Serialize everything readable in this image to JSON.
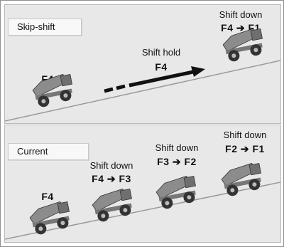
{
  "top_panel": {
    "tag": "Skip-shift",
    "left_truck_gear": "F4",
    "hold_label": "Shift hold",
    "hold_gear": "F4",
    "down_label": "Shift down",
    "down_gear": "F4 ➔ F1"
  },
  "bottom_panel": {
    "tag": "Current",
    "left_truck_gear": "F4",
    "step1_label": "Shift down",
    "step1_gear": "F4 ➔ F3",
    "step2_label": "Shift down",
    "step2_gear": "F3 ➔ F2",
    "step3_label": "Shift down",
    "step3_gear": "F2 ➔ F1"
  }
}
